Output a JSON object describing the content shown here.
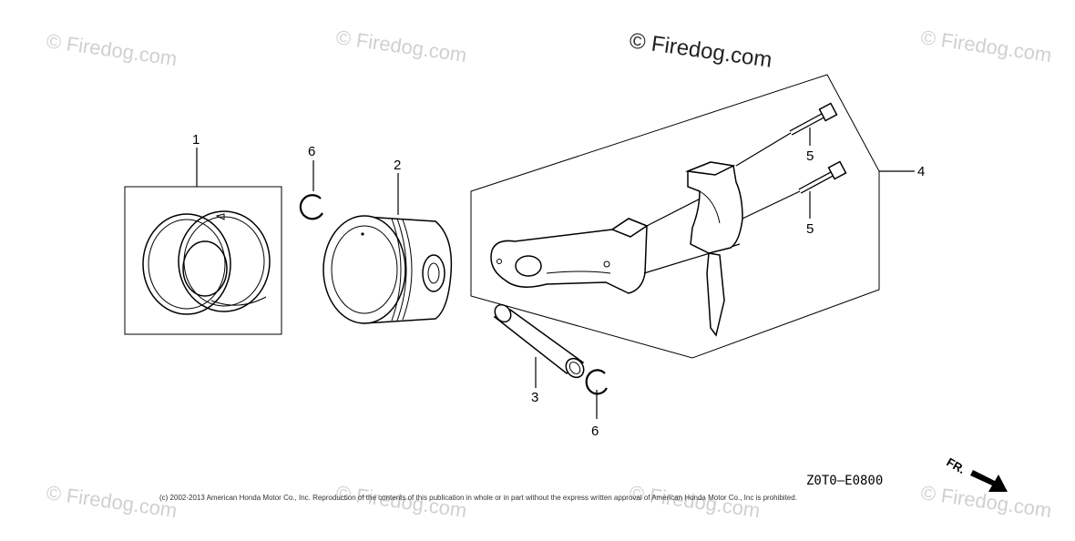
{
  "watermarks": {
    "main": "© Firedog.com",
    "faint": "© Firedog.com"
  },
  "callouts": {
    "piston_ring_set": "1",
    "piston": "2",
    "piston_pin": "3",
    "connecting_rod_assy": "4",
    "bolt_upper": "5",
    "bolt_lower": "5",
    "pin_clip_upper": "6",
    "pin_clip_lower": "6"
  },
  "diagram_code": "Z0T0—E0800",
  "front_marker": "FR.",
  "copyright": "(c) 2002-2013 American Honda Motor Co., Inc. Reproduction of the contents of this publication in whole or in part without the express written approval of American Honda Motor Co., Inc is prohibited."
}
